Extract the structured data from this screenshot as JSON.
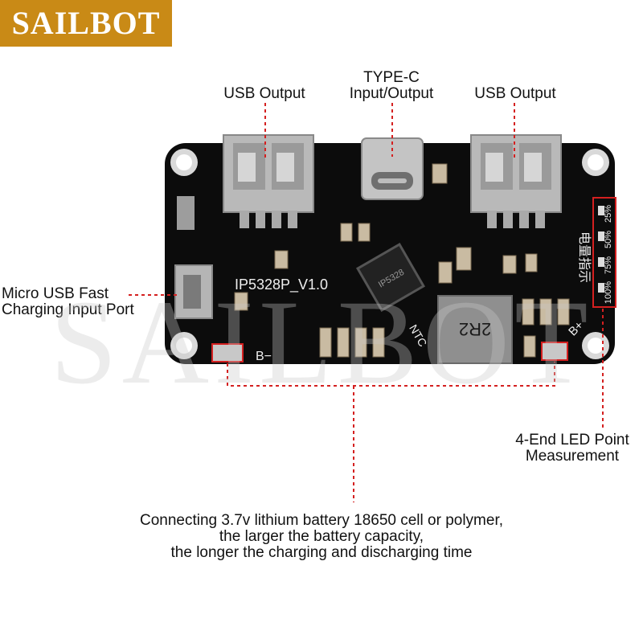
{
  "brand": {
    "logo_text": "SAILBOT"
  },
  "watermark": "SAILBOT",
  "labels": {
    "usb_output_left": "USB Output",
    "type_c_line1": "TYPE-C",
    "type_c_line2": "Input/Output",
    "usb_output_right": "USB Output",
    "micro_usb_line1": "Micro USB Fast",
    "micro_usb_line2": "Charging Input Port",
    "led_line1": "4-End LED Point",
    "led_line2": "Measurement",
    "battery_line1": "Connecting 3.7v lithium battery 18650 cell or polymer,",
    "battery_line2": "the larger the battery capacity,",
    "battery_line3": "the longer the charging and discharging time"
  },
  "board": {
    "model": "IP5328P_V1.0",
    "chip_text": "IP5328",
    "inductor_text": "2R2",
    "ntc": "NTC",
    "b_minus": "B−",
    "b_plus": "B+",
    "led_title": "电量指示",
    "led_levels": [
      "25%",
      "50%",
      "75%",
      "100%"
    ]
  },
  "colors": {
    "brand": "#c98a16",
    "pcb": "#0c0c0c",
    "callout": "#d42020"
  }
}
